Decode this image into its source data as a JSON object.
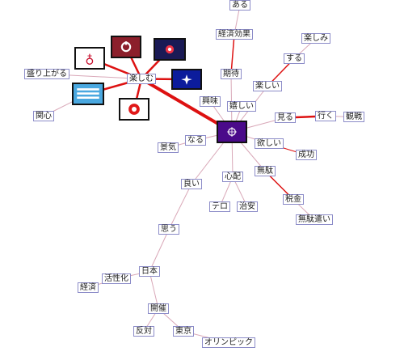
{
  "graph": {
    "nodes": {
      "aru": "ある",
      "keizai_kouka": "経済効果",
      "tanoshimi": "楽しみ",
      "suru": "する",
      "kitai": "期待",
      "tanoshii": "楽しい",
      "moriagaru": "盛り上がる",
      "tanoshimu": "楽しむ",
      "kyoumi": "興味",
      "ureshii": "嬉しい",
      "miru": "見る",
      "iku": "行く",
      "kansen": "観戦",
      "kanshin": "関心",
      "naru": "なる",
      "keiki": "景気",
      "hoshii": "欲しい",
      "seikou": "成功",
      "shinpai": "心配",
      "muda": "無駄",
      "yoi": "良い",
      "tero": "テロ",
      "chian": "治安",
      "zeikin": "税金",
      "mudazukai": "無駄遣い",
      "omou": "思う",
      "nihon": "日本",
      "kasseika": "活性化",
      "keizai": "経済",
      "kaisai": "開催",
      "hantai": "反対",
      "toukyou": "東京",
      "olympic": "オリンピック"
    },
    "colors": {
      "strong_edge": "#dd1111",
      "weak_edge": "#d9a8b8",
      "label_border": "#8c8cc8",
      "center_flag": "#4a0a8a"
    },
    "icons": [
      "tokyo-emblem-flag-icon",
      "kyoto-flag-icon",
      "osaka-flag-icon",
      "hyogo-flag-icon",
      "fukuoka-flag-icon",
      "nara-flag-icon",
      "shiga-flag-icon",
      "center-prefecture-flag-icon"
    ]
  }
}
